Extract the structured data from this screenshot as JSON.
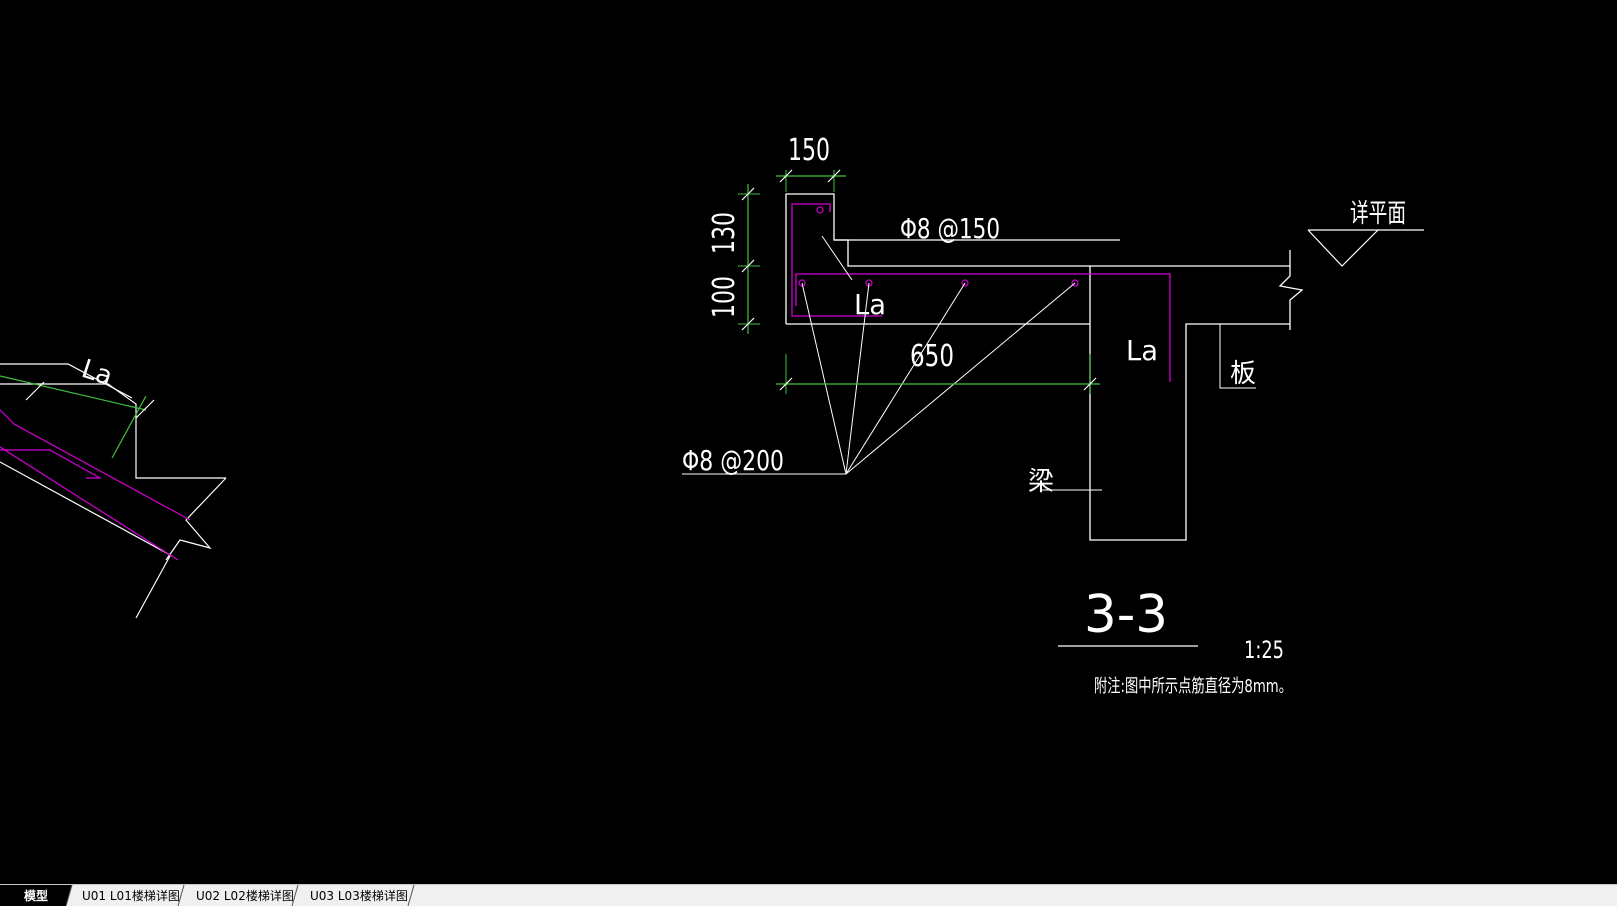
{
  "colors": {
    "background": "#000000",
    "outline": "#ffffff",
    "rebar": "#d400d4",
    "dimension": "#3fc23f",
    "tabbar_bg": "#f0f0f0",
    "active_tab_bg": "#000000"
  },
  "drawing": {
    "dim_top": "150",
    "dim_side_upper": "130",
    "dim_side_lower": "100",
    "dim_length": "650",
    "rebar_top": "Φ8 @150",
    "rebar_bottom": "Φ8 @200",
    "anchor_left": "La",
    "anchor_main": "La",
    "anchor_beam": "La",
    "elevation_mark": "详平面",
    "slab_label": "板",
    "beam_label": "梁",
    "section_title": "3-3",
    "scale": "1:25",
    "note": "附注:图中所示点筋直径为8mm。"
  },
  "tabs": [
    {
      "label": "模型",
      "active": true
    },
    {
      "label": "U01 L01楼梯详图",
      "active": false
    },
    {
      "label": "U02 L02楼梯详图",
      "active": false
    },
    {
      "label": "U03 L03楼梯详图",
      "active": false
    }
  ]
}
